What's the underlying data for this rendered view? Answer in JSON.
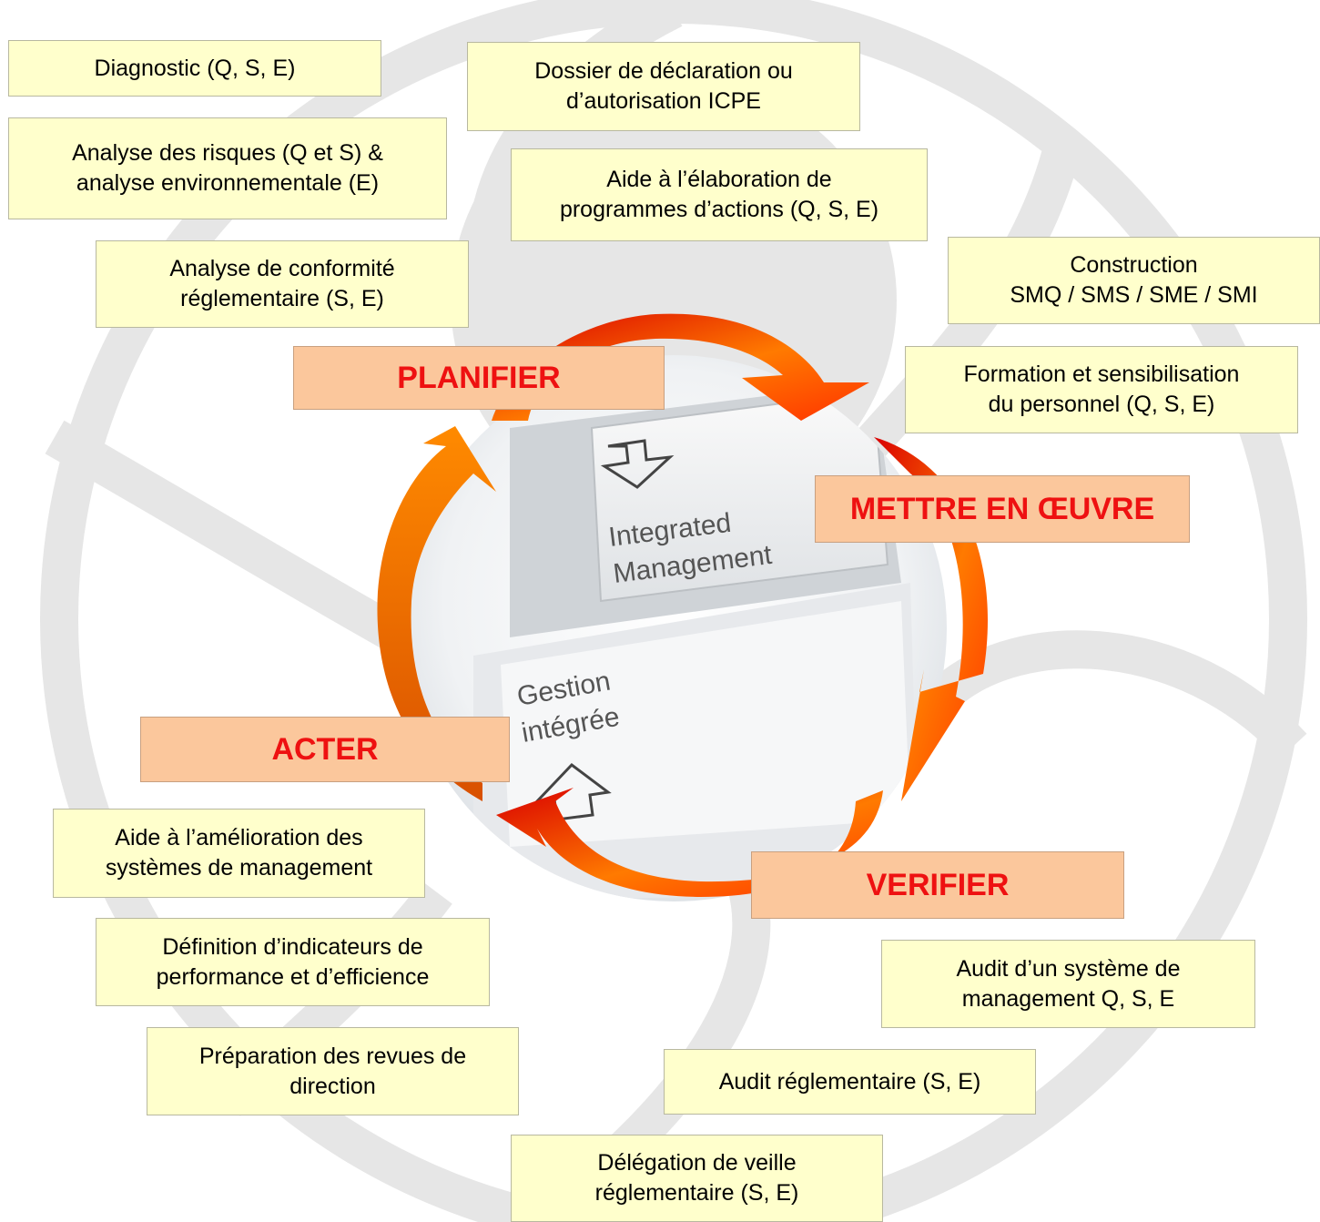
{
  "center": {
    "key_top_line1": "Integrated",
    "key_top_line2": "Management",
    "key_bottom_line1": "Gestion",
    "key_bottom_line2": "intégrée"
  },
  "phases": {
    "plan": "PLANIFIER",
    "do": "METTRE EN ŒUVRE",
    "check": "VERIFIER",
    "act": "ACTER"
  },
  "plan_items": {
    "diagnostic": "Diagnostic (Q, S, E)",
    "dossier": "Dossier de déclaration ou\nd’autorisation ICPE",
    "risques": "Analyse des risques (Q et S) &\nanalyse environnementale (E)",
    "programmes": "Aide à l’élaboration de\nprogrammes d’actions (Q, S, E)",
    "conformite": "Analyse de conformité\nréglementaire (S, E)"
  },
  "do_items": {
    "construction": "Construction\nSMQ / SMS / SME / SMI",
    "formation": "Formation et sensibilisation\ndu personnel (Q, S, E)"
  },
  "check_items": {
    "audit_systeme": "Audit d’un système de\nmanagement Q, S, E",
    "audit_reglementaire": "Audit réglementaire (S, E)",
    "veille": "Délégation de veille\nréglementaire (S, E)"
  },
  "act_items": {
    "amelioration": "Aide à l’amélioration des\nsystèmes de management",
    "indicateurs": "Définition d’indicateurs de\nperformance et d’efficience",
    "revues": "Préparation des revues de\ndirection"
  }
}
